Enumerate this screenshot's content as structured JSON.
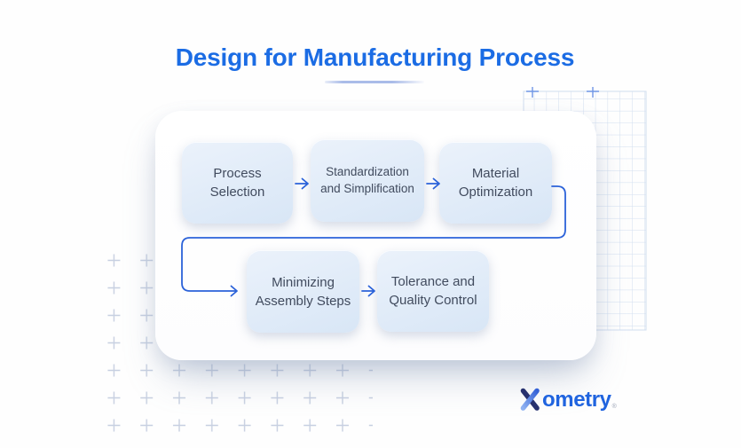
{
  "page": {
    "title": "Design for Manufacturing Process"
  },
  "flowchart": {
    "steps": [
      {
        "label": "Process Selection"
      },
      {
        "label": "Standardization and Simplification"
      },
      {
        "label": "Material Optimization"
      },
      {
        "label": "Minimizing Assembly Steps"
      },
      {
        "label": "Tolerance and Quality Control"
      }
    ]
  },
  "branding": {
    "logo_text": "Xometry",
    "logo_suffix": "ometry",
    "registered_mark": "®"
  },
  "icons": {
    "arrow_right": "arrow-right-icon",
    "connector": "connector-elbow-line",
    "logo_x": "logo-x-icon",
    "grid": "grid-pattern",
    "plus_field": "plus-pattern"
  },
  "colors": {
    "title_blue": "#1b6ce4",
    "box_fill_light": "#ebf2fb",
    "box_fill_dark": "#d8e6f6",
    "box_text": "#414b5e",
    "connector_blue": "#2b62d9",
    "grid_line": "#ccdaee",
    "grid_plus": "#6f96e6",
    "plus_mark": "#bdc8dc",
    "underline": "#aabce8",
    "logo_navy": "#27316f",
    "logo_blue": "#2064df"
  }
}
